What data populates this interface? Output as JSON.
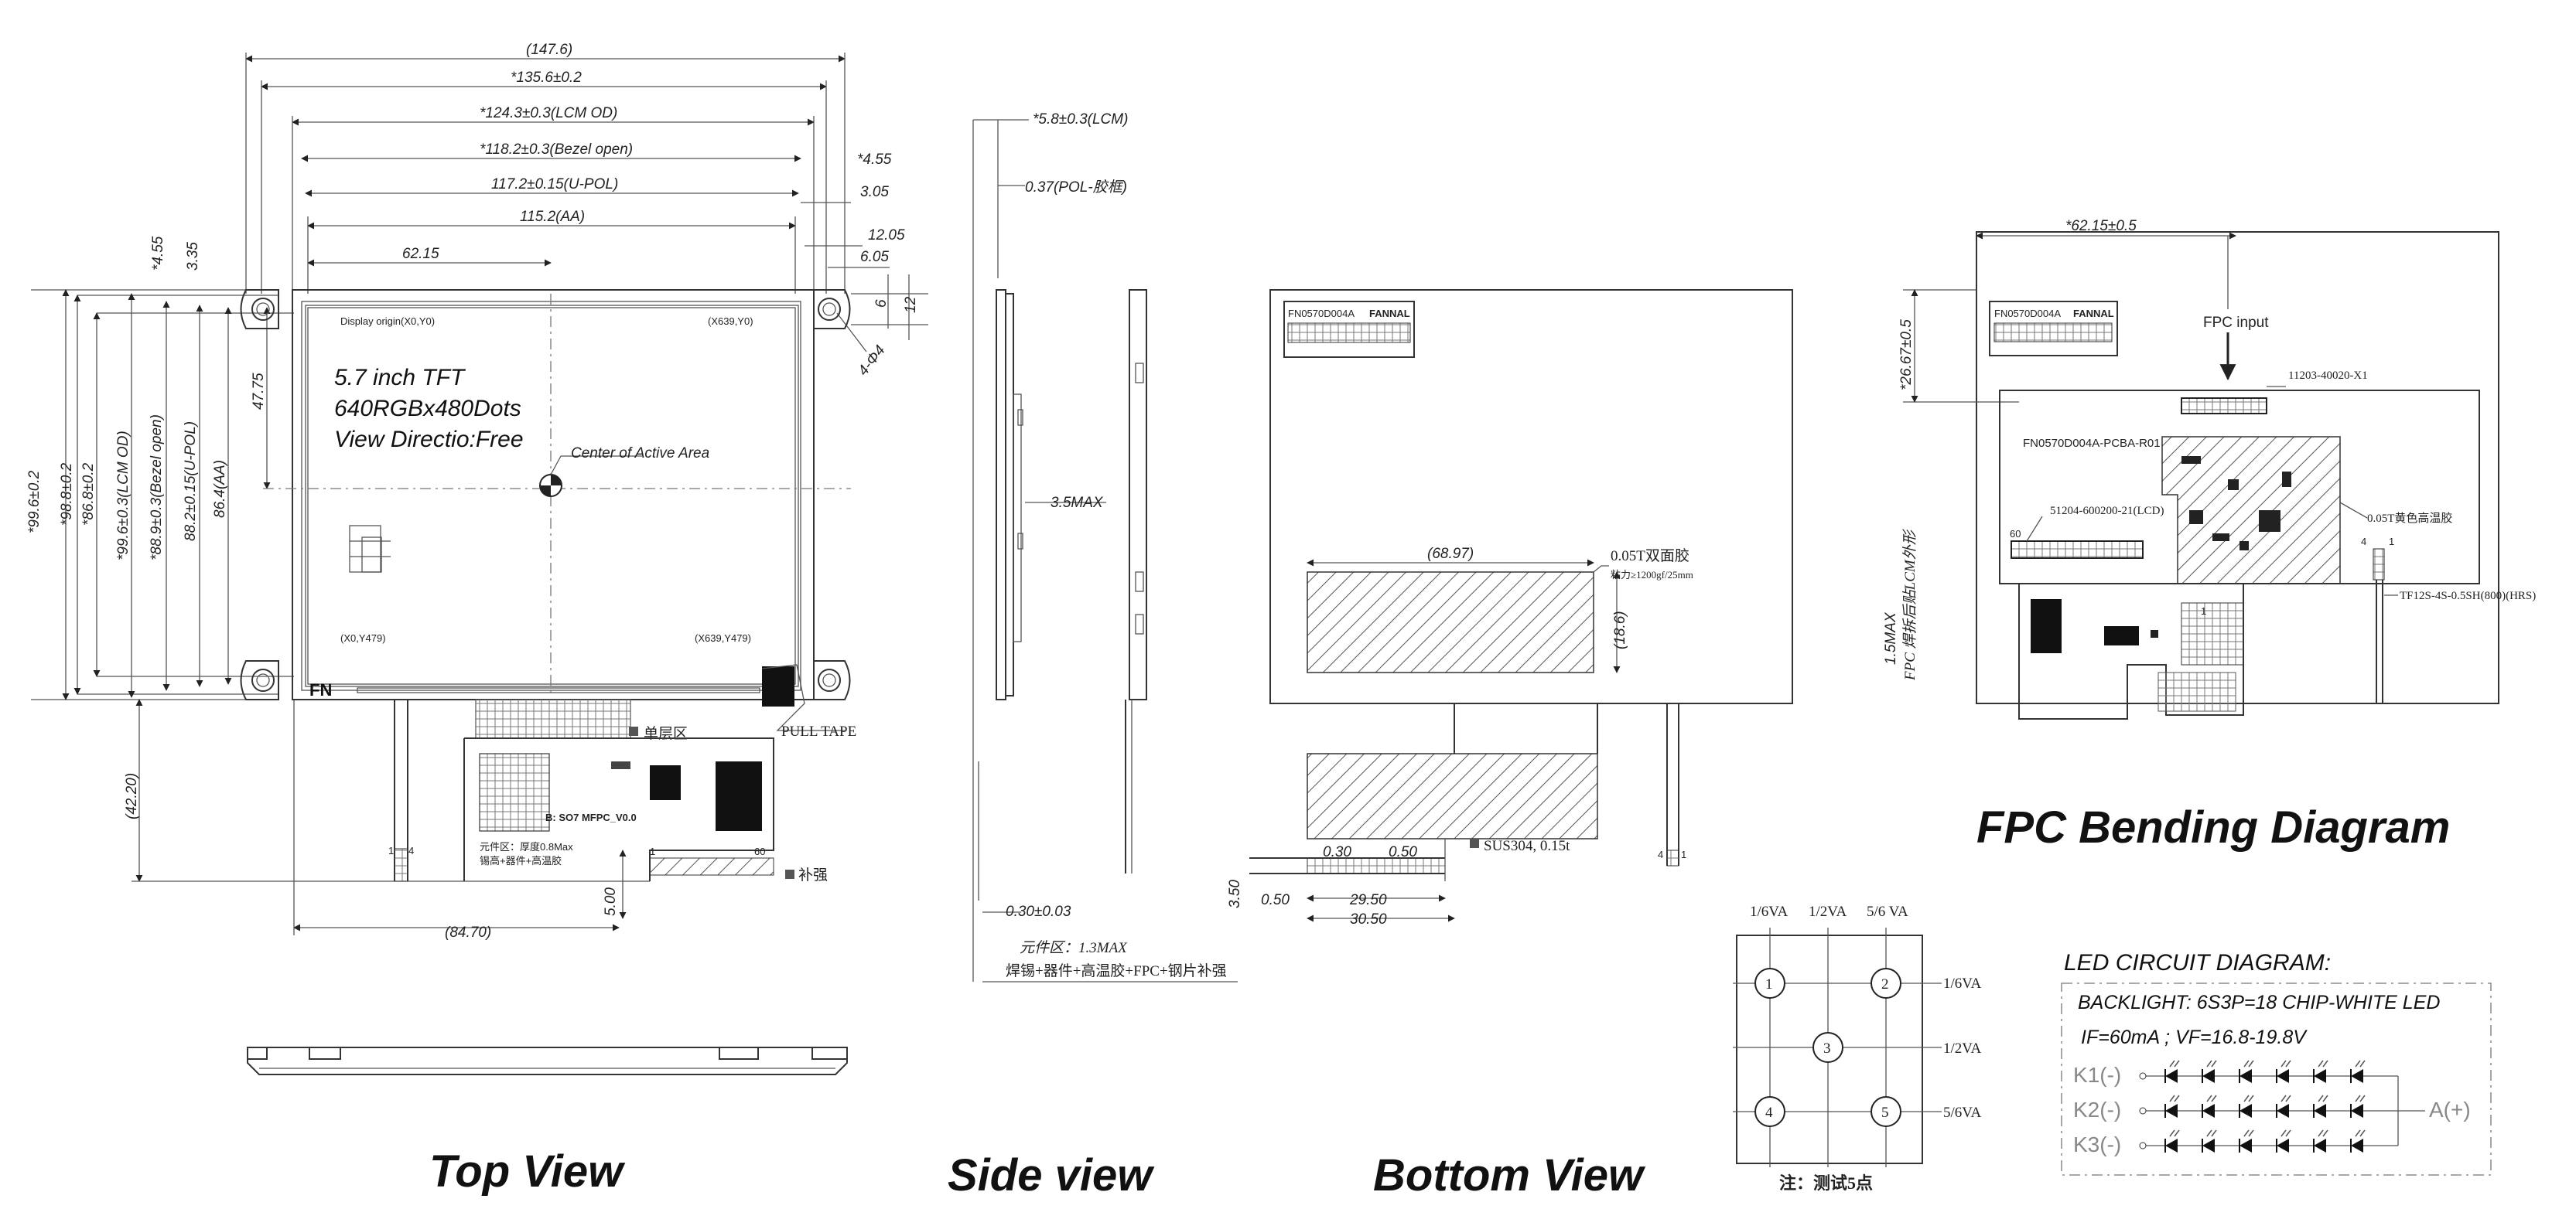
{
  "views": {
    "top": "Top View",
    "side": "Side view",
    "bottom": "Bottom View",
    "fpc": "FPC Bending Diagram"
  },
  "top_view": {
    "dims": {
      "w1476": "(147.6)",
      "w1356": "*135.6±0.2",
      "w1243": "*124.3±0.3(LCM OD)",
      "w1182": "*118.2±0.3(Bezel open)",
      "w1172": "117.2±0.15(U-POL)",
      "w1152": "115.2(AA)",
      "w6215": "62.15",
      "r455": "*4.55",
      "r305": "3.05",
      "r1205": "12.05",
      "r605": "6.05",
      "r6": "6",
      "r12": "12",
      "hole": "4-Φ4",
      "l455": "*4.55",
      "l335": "3.35",
      "h996": "*99.6±0.2",
      "h988": "*98.8±0.2",
      "h868": "*86.8±0.2",
      "h996lcm": "*99.6±0.3(LCM OD)",
      "h889": "*88.9±0.3(Bezel open)",
      "h882": "88.2±0.15(U-POL)",
      "h864": "86.4(AA)",
      "h4775": "47.75",
      "h4220": "(42.20)",
      "w500": "5.00",
      "w8470": "(84.70)"
    },
    "display_origin": "Display origin(X0,Y0)",
    "corner_tr": "(X639,Y0)",
    "corner_bl": "(X0,Y479)",
    "corner_br": "(X639,Y479)",
    "spec_line1": "5.7 inch TFT",
    "spec_line2": "640RGBx480Dots",
    "spec_line3": "View Directio:Free",
    "center_label": "Center of Active Area",
    "logo": "FN",
    "pull_tape": "PULL TAPE",
    "single_layer": "单层区",
    "stiffener": "补强",
    "fpc_code": "B: SO7 MFPC_V0.0",
    "component_note": "元件区：厚度0.8Max",
    "component_note2": "锡高+器件+高温胶",
    "pin1": "1",
    "pin4": "4",
    "pin1b": "1",
    "pin60": "60"
  },
  "side_view": {
    "d58": "*5.8±0.3(LCM)",
    "d037": "0.37(POL-胶框)",
    "d35": "3.5MAX",
    "d030": "0.30±0.03",
    "note1": "元件区：1.3MAX",
    "note2": "焊锡+器件+高温胶+FPC+钢片补强"
  },
  "bottom_view": {
    "label_model": "FN0570D004A",
    "label_brand": "FANNAL",
    "d6897": "(68.97)",
    "d186": "(18.6)",
    "tape_note1": "0.05T双面胶",
    "tape_note2": "粘力≥1200gf/25mm",
    "sus": "SUS304, 0.15t",
    "d030": "0.30",
    "d050a": "0.50",
    "d350": "3.50",
    "d050b": "0.50",
    "d2950": "29.50",
    "d3050": "30.50",
    "pin1": "1",
    "pin4": "4"
  },
  "fpc_view": {
    "d6215": "*62.15±0.5",
    "d2667": "*26.67±0.5",
    "fpc_input": "FPC input",
    "conn1": "11203-40020-X1",
    "pcba": "FN0570D004A-PCBA-R01",
    "conn2": "51204-600200-21(LCD)",
    "tape": "0.05T黄色高温胶",
    "conn3": "TF12S-4S-0.5SH(800)(HRS)",
    "d15": "1.5MAX",
    "note": "FPC 焊拆后贴LCM外形",
    "pin60": "60",
    "pin1": "1",
    "pin4": "4",
    "pin1b": "1",
    "label_model": "FN0570D004A",
    "label_brand": "FANNAL"
  },
  "test_points": {
    "top1": "1/6VA",
    "top2": "1/2VA",
    "top3": "5/6 VA",
    "right1": "1/6VA",
    "right2": "1/2VA",
    "right3": "5/6VA",
    "p1": "1",
    "p2": "2",
    "p3": "3",
    "p4": "4",
    "p5": "5",
    "note": "注：测试5点"
  },
  "led_circuit": {
    "title": "LED CIRCUIT DIAGRAM:",
    "backlight": "BACKLIGHT: 6S3P=18 CHIP-WHITE LED",
    "if_vf": "IF=60mA ; VF=16.8-19.8V",
    "k1": "K1(-)",
    "k2": "K2(-)",
    "k3": "K3(-)",
    "anode": "A(+)"
  }
}
